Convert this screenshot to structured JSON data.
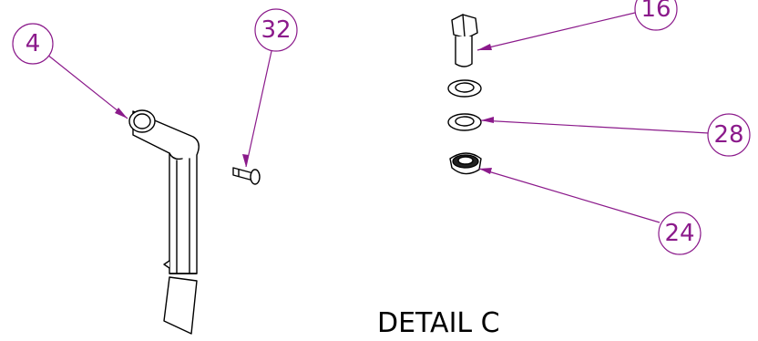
{
  "caption": "DETAIL C",
  "balloons": {
    "b4": "4",
    "b32": "32",
    "b16": "16",
    "b28": "28",
    "b24": "24"
  },
  "colors": {
    "balloon": "#8b1a8b",
    "part_line": "#000000"
  }
}
